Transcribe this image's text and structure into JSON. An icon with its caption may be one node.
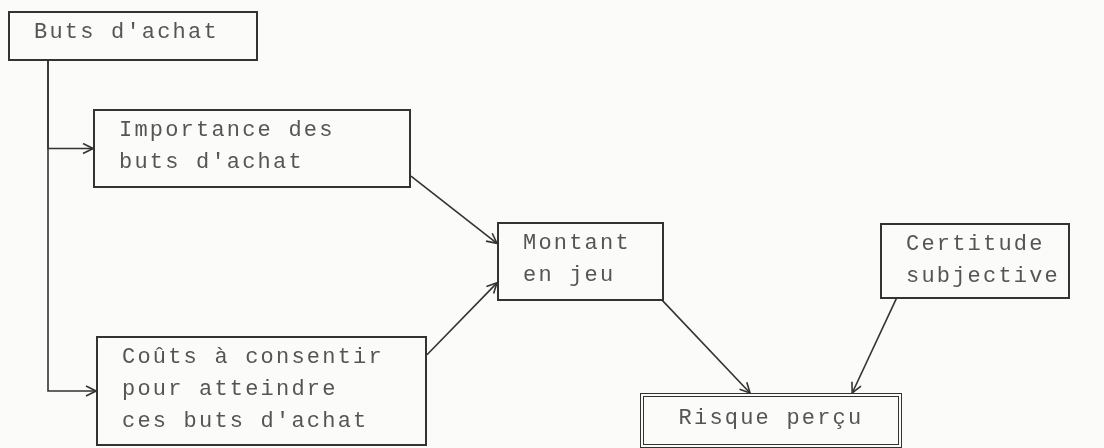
{
  "diagram": {
    "nodes": [
      {
        "text": [
          "Buts d'achat"
        ]
      },
      {
        "text": [
          "Importance des buts d'achat"
        ]
      },
      {
        "text": [
          "Coûts à consentir pour atteindre ces buts d'achat"
        ]
      },
      {
        "text": [
          "Montant en jeu"
        ]
      },
      {
        "text": [
          "Certitude subjective"
        ]
      },
      {
        "text": [
          "Risque perçu"
        ]
      }
    ],
    "edges": [
      {
        "from": 0,
        "to": 1,
        "arrow": "to"
      },
      {
        "from": 0,
        "to": 2,
        "arrow": "to"
      },
      {
        "from": 1,
        "to": 3,
        "arrow": "to"
      },
      {
        "from": 2,
        "to": 3,
        "arrow": "to"
      },
      {
        "from": 3,
        "to": 5,
        "arrow": "to"
      },
      {
        "from": 4,
        "to": 5,
        "arrow": "to"
      }
    ]
  }
}
